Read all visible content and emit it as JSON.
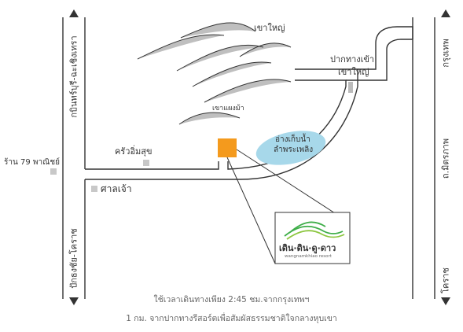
{
  "labels": {
    "khao_yai_mountain": "เขาใหญ่",
    "khao_yai_gate": [
      "ปากทางเข้า",
      "เขาใหญ่"
    ],
    "khao_paen_ma": "เขาแผงม้า",
    "lam_phra_phloeng": [
      "อ่างเก็บน้ำ",
      "ลำพระเพลิง"
    ],
    "krua_im_suk": "ครัวอิ่มสุข",
    "san_chao": "ศาลเจ้า",
    "shop_79": "ร้าน 79 พาณิชย์"
  },
  "roads": {
    "left_upper": "กบินทร์บุรี-ฉะเชิงเทรา",
    "left_lower": "ปักธงชัย-โคราช",
    "right_upper": "กรุงเทพ",
    "right_middle": "ถ.มิตรภาพ",
    "right_lower": "โคราช"
  },
  "logo": {
    "name": "เดิน·ดิน·ดู·ดาว",
    "sub": "wangnamkhiao resort"
  },
  "captions": {
    "line1": "ใช้เวลาเดินทางเพียง 2:45 ชม.จากกรุงเทพฯ",
    "line2": "1 กม. จากปากทางรีสอร์ตเพื่อสัมผัสธรรมชาติใจกลางหุบเขา"
  },
  "colors": {
    "road": "#333333",
    "reservoir": "#a7d8ea",
    "resort_marker": "#f49a1d",
    "logo_green": "#3fae49",
    "logo_lightgreen": "#8cc63f",
    "text": "#333333"
  }
}
